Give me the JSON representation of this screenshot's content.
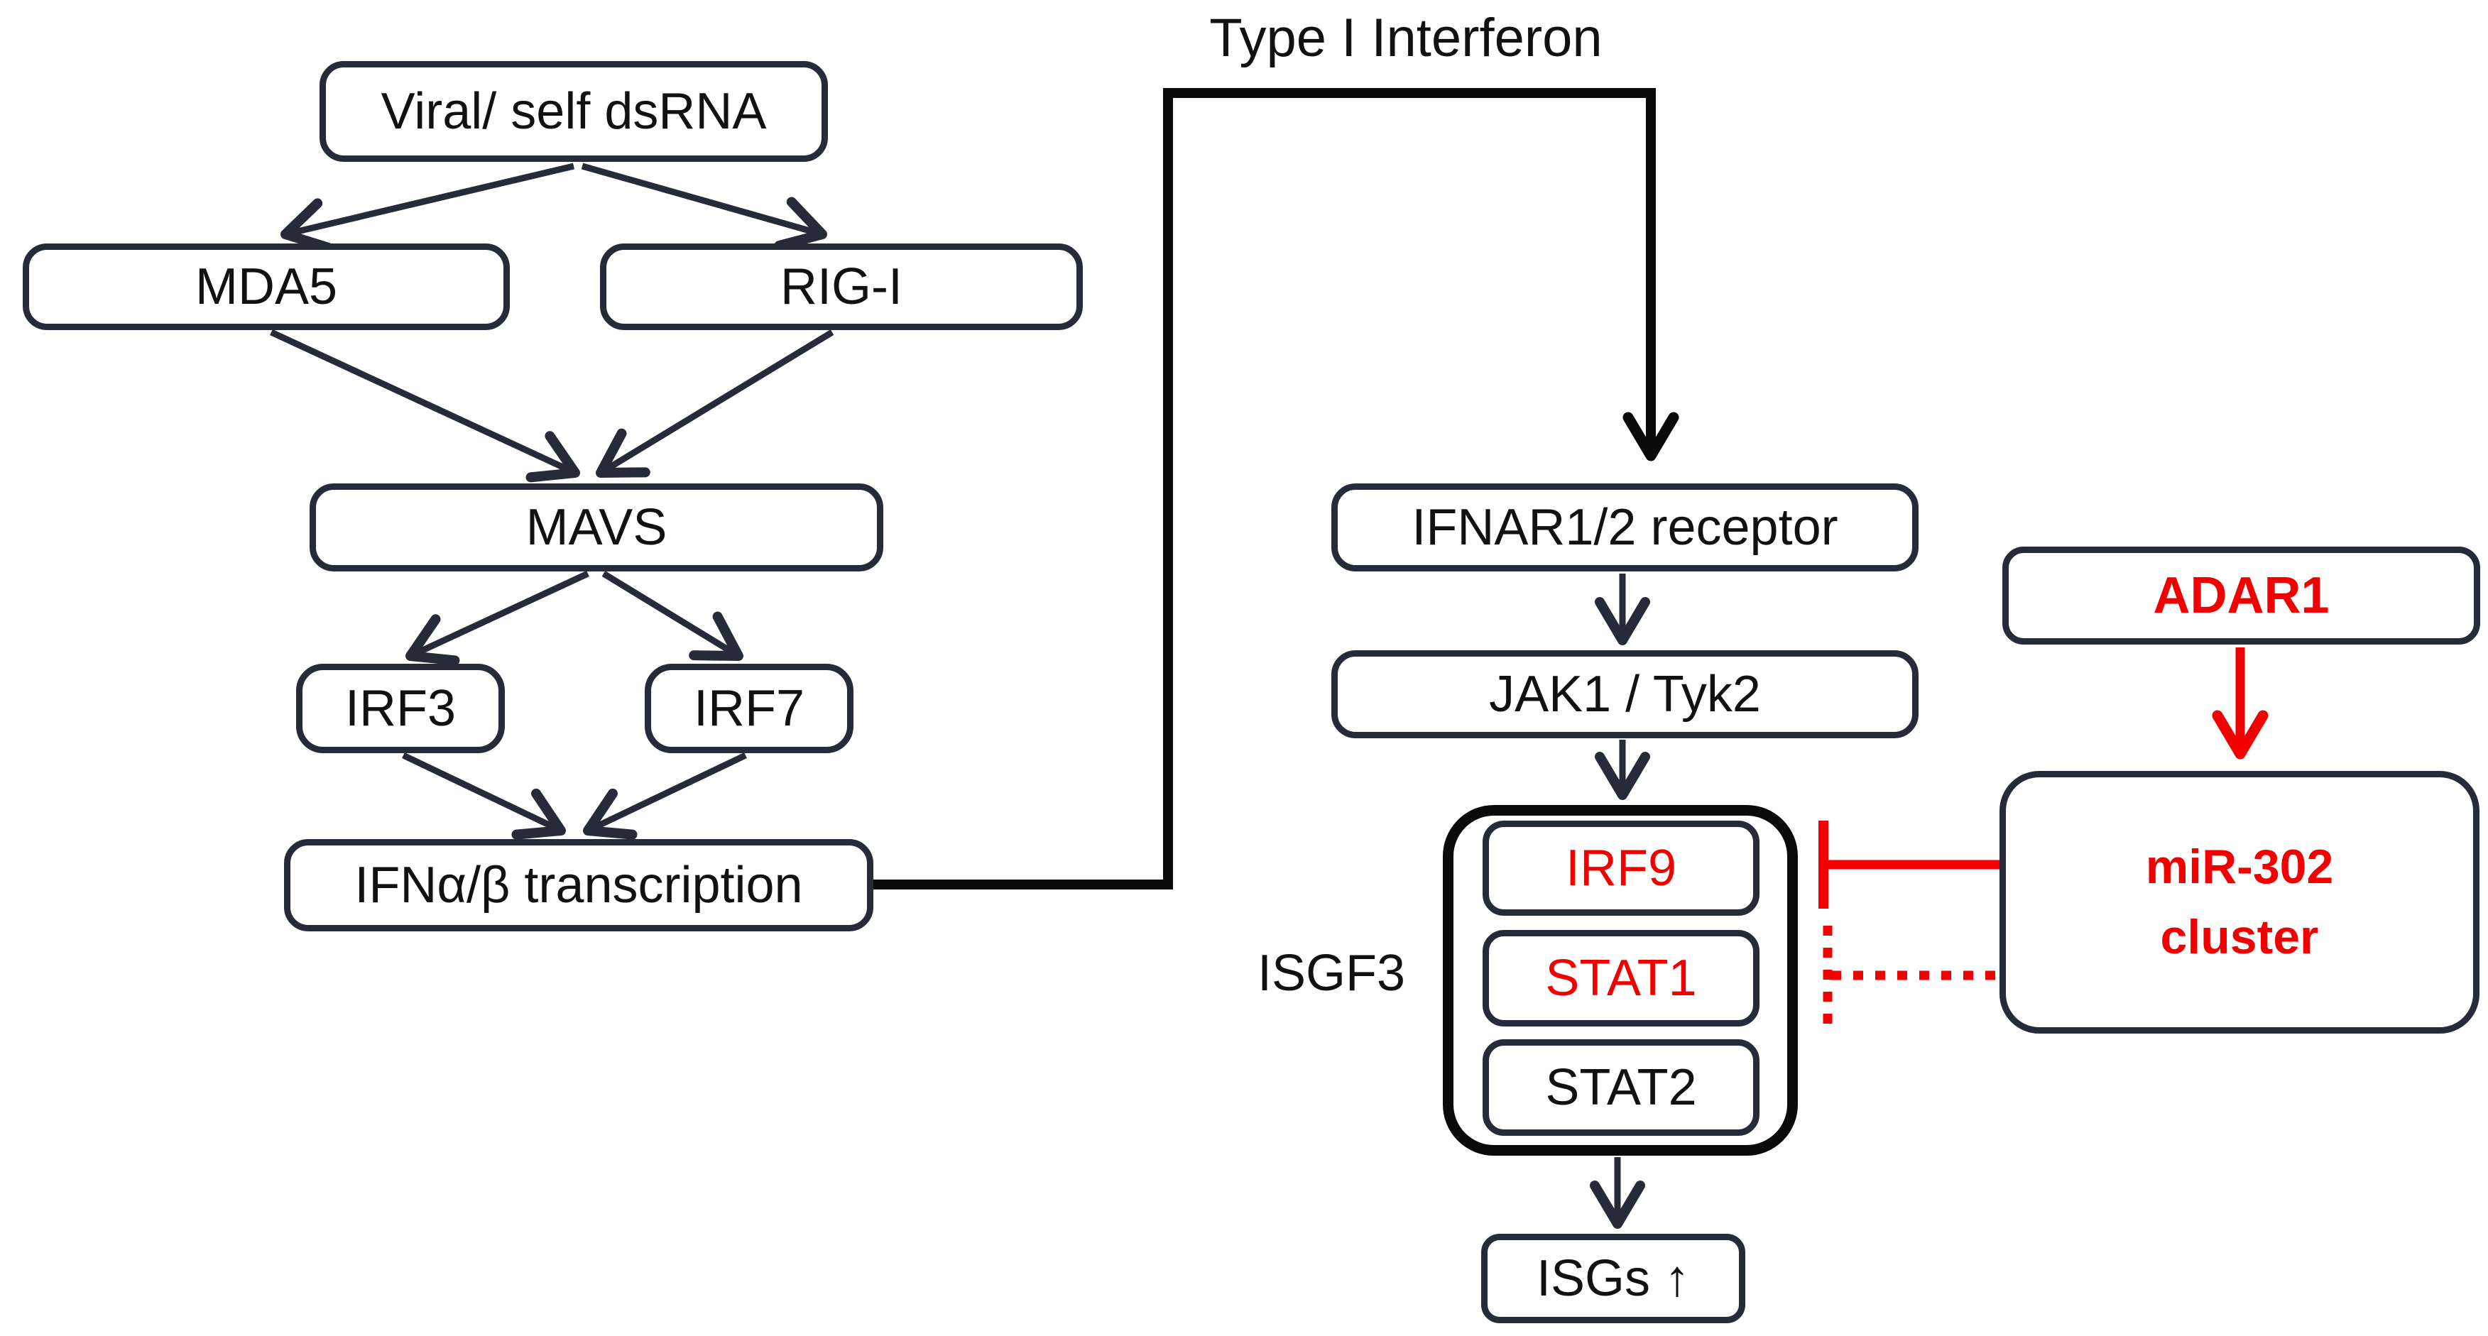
{
  "figure": {
    "background": "#ffffff",
    "colors": {
      "dark_border": "#262b3a",
      "black": "#0a0a0a",
      "red": "#f20000",
      "text": "#111111"
    },
    "labels": {
      "type1_interferon": "Type I Interferon",
      "isgf3": "ISGF3"
    },
    "nodes": {
      "viral_dsrna": "Viral/ self dsRNA",
      "mda5": "MDA5",
      "rig_i": "RIG-I",
      "mavs": "MAVS",
      "irf3": "IRF3",
      "irf7": "IRF7",
      "ifn_transcription": "IFNα/β transcription",
      "ifnar": "IFNAR1/2 receptor",
      "jak1_tyk2": "JAK1 / Tyk2",
      "irf9": "IRF9",
      "stat1": "STAT1",
      "stat2": "STAT2",
      "isgs": "ISGs ↑",
      "adar1": "ADAR1",
      "mir302": {
        "line1": "miR-302",
        "line2": "cluster"
      }
    },
    "edges": [
      {
        "from": "viral_dsrna",
        "to": "mda5",
        "type": "arrow",
        "color": "dark"
      },
      {
        "from": "viral_dsrna",
        "to": "rig_i",
        "type": "arrow",
        "color": "dark"
      },
      {
        "from": "mda5",
        "to": "mavs",
        "type": "arrow",
        "color": "dark"
      },
      {
        "from": "rig_i",
        "to": "mavs",
        "type": "arrow",
        "color": "dark"
      },
      {
        "from": "mavs",
        "to": "irf3",
        "type": "arrow",
        "color": "dark"
      },
      {
        "from": "mavs",
        "to": "irf7",
        "type": "arrow",
        "color": "dark"
      },
      {
        "from": "irf3",
        "to": "ifn_transcription",
        "type": "arrow",
        "color": "dark"
      },
      {
        "from": "irf7",
        "to": "ifn_transcription",
        "type": "arrow",
        "color": "dark"
      },
      {
        "from": "ifn_transcription",
        "to": "ifnar",
        "type": "arrow",
        "color": "black",
        "via_label": "Type I Interferon"
      },
      {
        "from": "ifnar",
        "to": "jak1_tyk2",
        "type": "arrow",
        "color": "dark"
      },
      {
        "from": "jak1_tyk2",
        "to": "isgf3_complex",
        "type": "arrow",
        "color": "dark"
      },
      {
        "from": "isgf3_complex",
        "to": "isgs",
        "type": "arrow",
        "color": "dark"
      },
      {
        "from": "adar1",
        "to": "mir302_cluster",
        "type": "arrow",
        "color": "red"
      },
      {
        "from": "mir302_cluster",
        "to": "irf9",
        "type": "inhibition",
        "style": "solid",
        "color": "red"
      },
      {
        "from": "mir302_cluster",
        "to": "stat1",
        "type": "inhibition",
        "style": "dotted",
        "color": "red"
      }
    ],
    "complex": {
      "name": "ISGF3",
      "members": [
        "IRF9",
        "STAT1",
        "STAT2"
      ]
    }
  }
}
